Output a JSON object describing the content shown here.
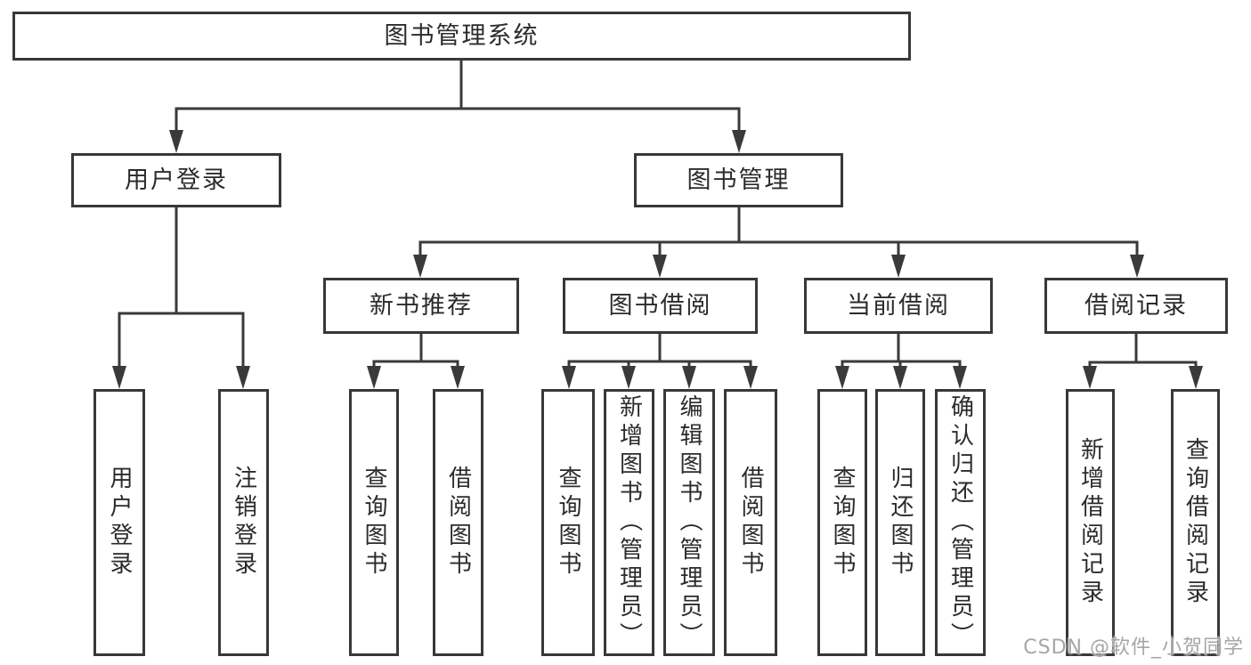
{
  "page": {
    "watermark": "CSDN @软件_小贺同学",
    "colors": {
      "background": "#ffffff",
      "line": "#3a3a3a",
      "box_border": "#383838",
      "text": "#2b2b2b",
      "watermark": "#a6a6a6"
    }
  },
  "tree": {
    "root": {
      "label": "图书管理系统",
      "children": [
        {
          "label": "用户登录",
          "children": [
            {
              "label": "用户登录"
            },
            {
              "label": "注销登录"
            }
          ]
        },
        {
          "label": "图书管理",
          "children": [
            {
              "label": "新书推荐",
              "children": [
                {
                  "label": "查询图书"
                },
                {
                  "label": "借阅图书"
                }
              ]
            },
            {
              "label": "图书借阅",
              "children": [
                {
                  "label": "查询图书"
                },
                {
                  "label": "新增图书（管理员）"
                },
                {
                  "label": "编辑图书（管理员）"
                },
                {
                  "label": "借阅图书"
                }
              ]
            },
            {
              "label": "当前借阅",
              "children": [
                {
                  "label": "查询图书"
                },
                {
                  "label": "归还图书"
                },
                {
                  "label": "确认归还（管理员）"
                }
              ]
            },
            {
              "label": "借阅记录",
              "children": [
                {
                  "label": "新增借阅记录"
                },
                {
                  "label": "查询借阅记录"
                }
              ]
            }
          ]
        }
      ]
    }
  }
}
